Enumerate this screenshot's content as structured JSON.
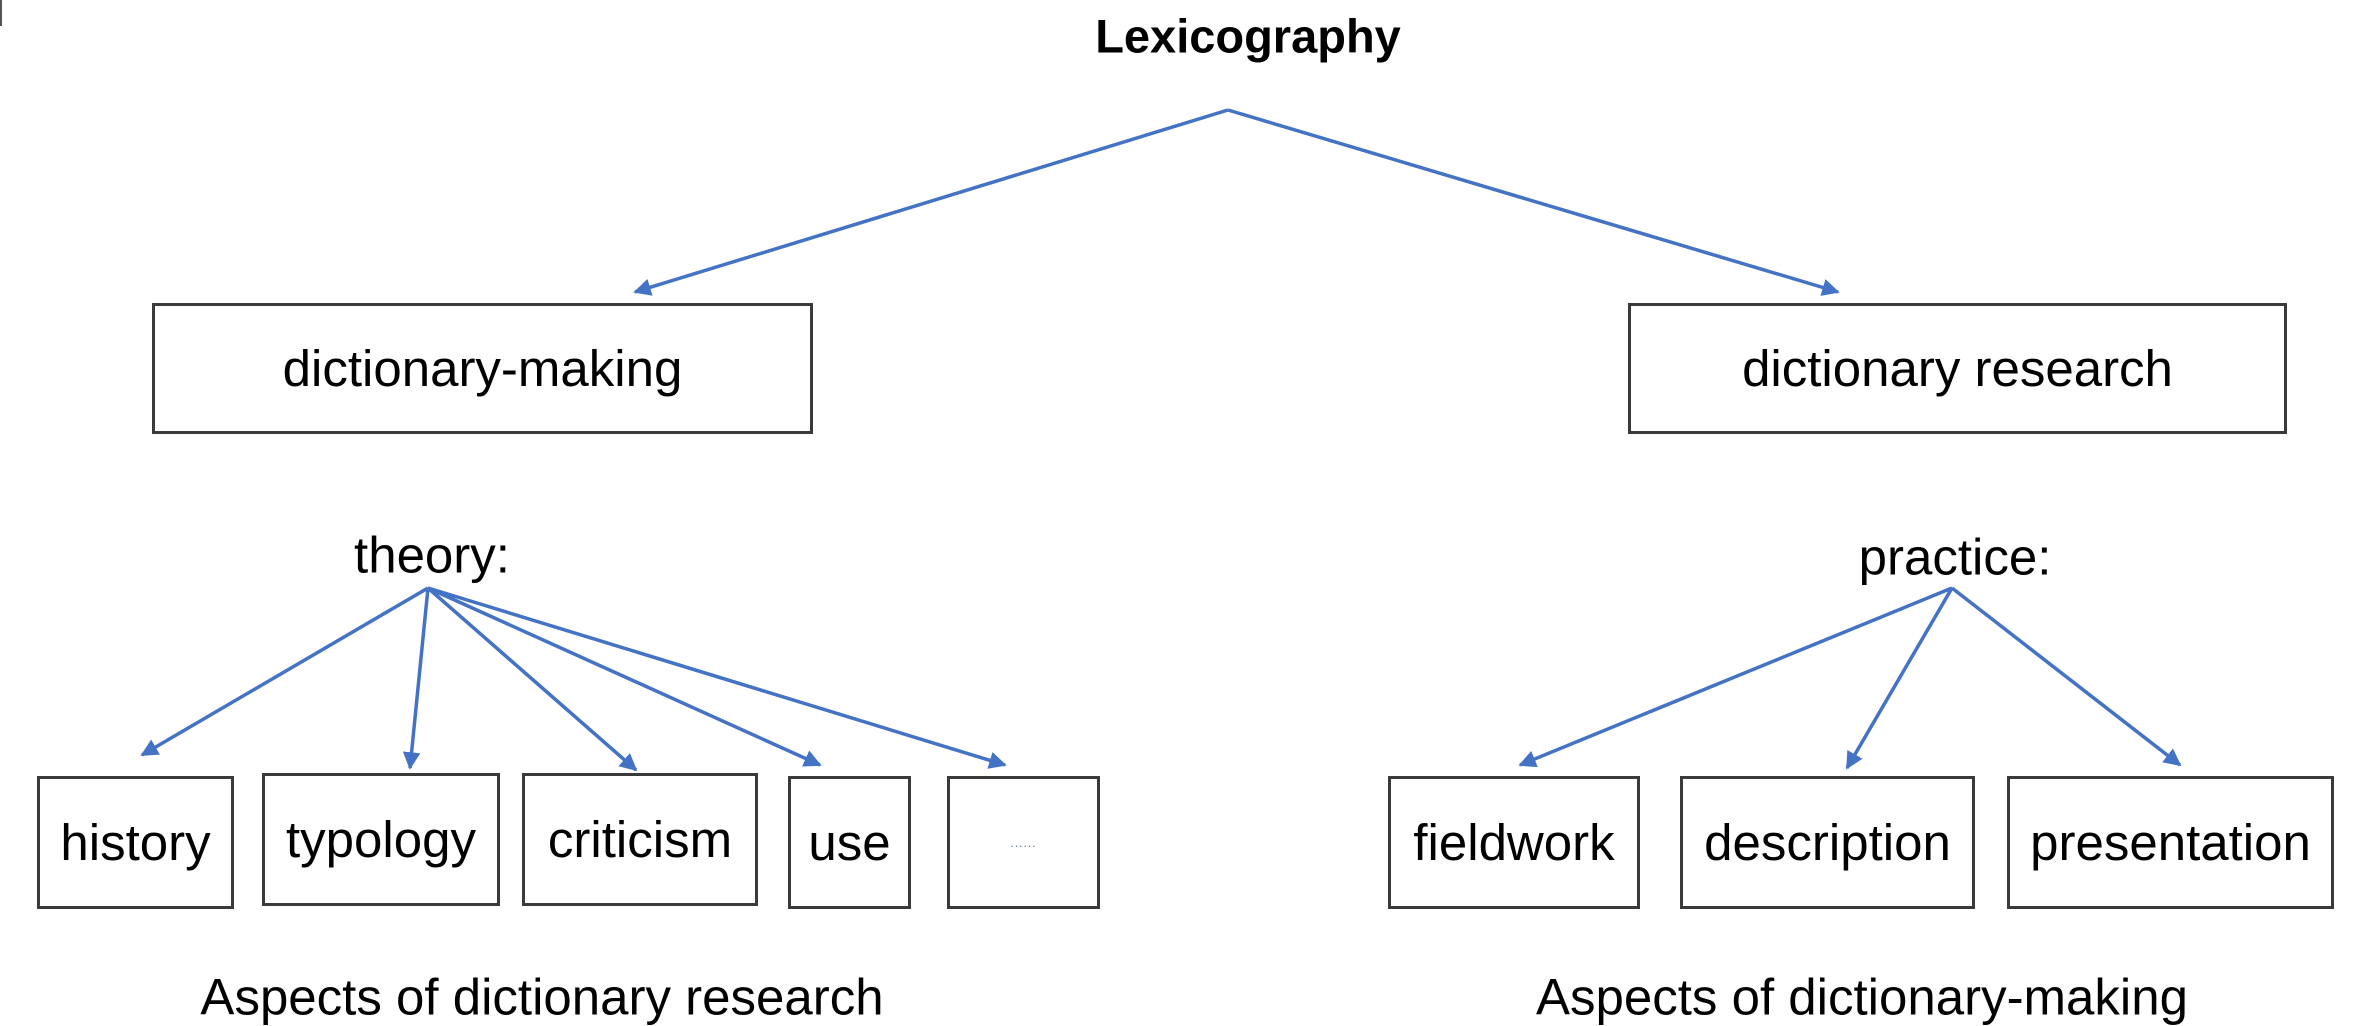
{
  "title": "Lexicography",
  "branches": {
    "left": "dictionary-making",
    "right": "dictionary research"
  },
  "groups": {
    "theory": {
      "label": "theory:",
      "items": [
        "history",
        "typology",
        "criticism",
        "use",
        "......"
      ],
      "caption": "Aspects of dictionary research"
    },
    "practice": {
      "label": "practice:",
      "items": [
        "fieldwork",
        "description",
        "presentation"
      ],
      "caption": "Aspects of dictionary-making"
    }
  },
  "colors": {
    "arrow": "#4472C4",
    "box_border": "#3a3a3a"
  }
}
